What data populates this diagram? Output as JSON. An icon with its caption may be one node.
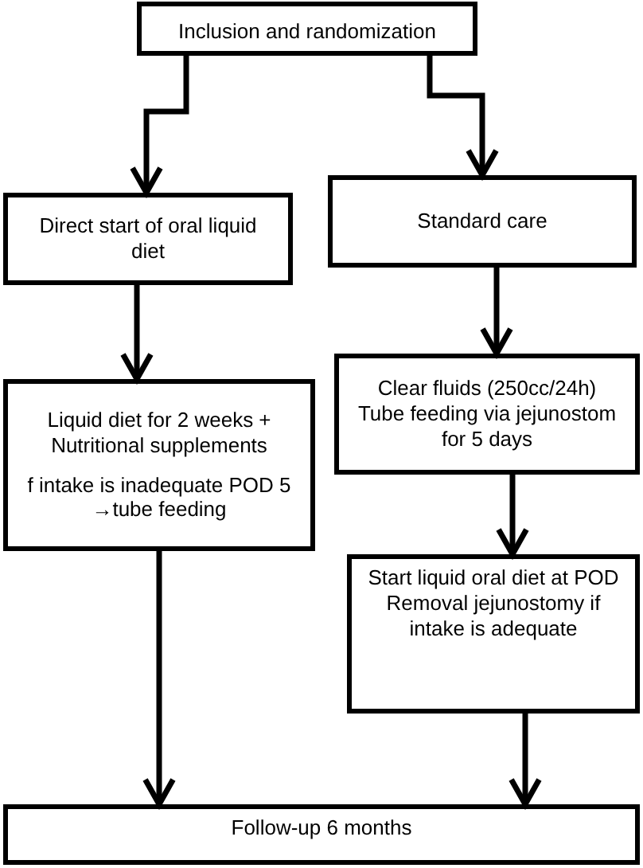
{
  "diagram": {
    "nodes": [
      {
        "text": [
          "Inclusion and randomization"
        ]
      },
      {
        "text": [
          "Direct start of oral liquid diet"
        ]
      },
      {
        "text": [
          "Standard care"
        ]
      },
      {
        "text": [
          "Liquid diet for 2 weeks + Nutritional supplements",
          "f intake is inadequate POD 5 →tube feeding"
        ]
      },
      {
        "text": [
          "Clear fluids (250cc/24h) Tube feeding via jejunostom for 5 days"
        ]
      },
      {
        "text": [
          "Start liquid oral diet at POD Removal jejunostomy if intake is adequate"
        ]
      },
      {
        "text": [
          "Follow-up 6 months"
        ]
      }
    ],
    "edges": [
      {
        "from": 0,
        "to": 1,
        "arrow": "to"
      },
      {
        "from": 0,
        "to": 2,
        "arrow": "to"
      },
      {
        "from": 1,
        "to": 3,
        "arrow": "to"
      },
      {
        "from": 2,
        "to": 4,
        "arrow": "to"
      },
      {
        "from": 4,
        "to": 5,
        "arrow": "to"
      },
      {
        "from": 3,
        "to": 6,
        "arrow": "to"
      },
      {
        "from": 5,
        "to": 6,
        "arrow": "to"
      }
    ]
  }
}
